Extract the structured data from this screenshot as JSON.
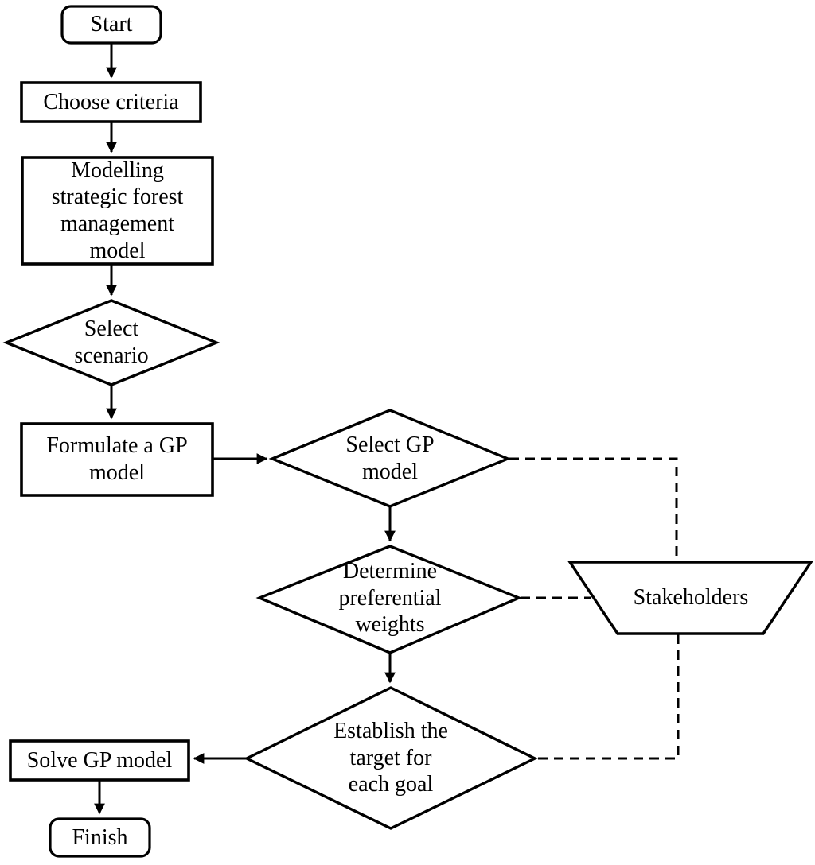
{
  "diagram": {
    "type": "flowchart",
    "background_color": "#ffffff",
    "stroke_color": "#000000",
    "nodes": {
      "start": {
        "label": "Start",
        "shape": "rounded-rectangle"
      },
      "choose_criteria": {
        "label": "Choose criteria",
        "shape": "rectangle"
      },
      "modelling": {
        "label": "Modelling\nstrategic forest\nmanagement\nmodel",
        "shape": "rectangle"
      },
      "select_scenario": {
        "label": "Select\nscenario",
        "shape": "diamond"
      },
      "formulate_gp": {
        "label": "Formulate a GP\nmodel",
        "shape": "rectangle"
      },
      "select_gp": {
        "label": "Select GP\nmodel",
        "shape": "diamond"
      },
      "determine_weights": {
        "label": "Determine\npreferential\nweights",
        "shape": "diamond"
      },
      "establish_target": {
        "label": "Establish the\ntarget for\neach goal",
        "shape": "diamond"
      },
      "solve_gp": {
        "label": "Solve GP model",
        "shape": "rectangle"
      },
      "finish": {
        "label": "Finish",
        "shape": "rounded-rectangle"
      },
      "stakeholders": {
        "label": "Stakeholders",
        "shape": "trapezoid"
      }
    },
    "edges": [
      {
        "from": "start",
        "to": "choose_criteria",
        "style": "solid-arrow"
      },
      {
        "from": "choose_criteria",
        "to": "modelling",
        "style": "solid-arrow"
      },
      {
        "from": "modelling",
        "to": "select_scenario",
        "style": "solid-arrow"
      },
      {
        "from": "select_scenario",
        "to": "formulate_gp",
        "style": "solid-arrow"
      },
      {
        "from": "formulate_gp",
        "to": "select_gp",
        "style": "solid-arrow"
      },
      {
        "from": "select_gp",
        "to": "determine_weights",
        "style": "solid-arrow"
      },
      {
        "from": "determine_weights",
        "to": "establish_target",
        "style": "solid-arrow"
      },
      {
        "from": "establish_target",
        "to": "solve_gp",
        "style": "solid-arrow"
      },
      {
        "from": "solve_gp",
        "to": "finish",
        "style": "solid-arrow"
      },
      {
        "from": "select_gp",
        "to": "stakeholders",
        "style": "dashed"
      },
      {
        "from": "determine_weights",
        "to": "stakeholders",
        "style": "dashed"
      },
      {
        "from": "stakeholders",
        "to": "establish_target",
        "style": "dashed"
      }
    ]
  }
}
